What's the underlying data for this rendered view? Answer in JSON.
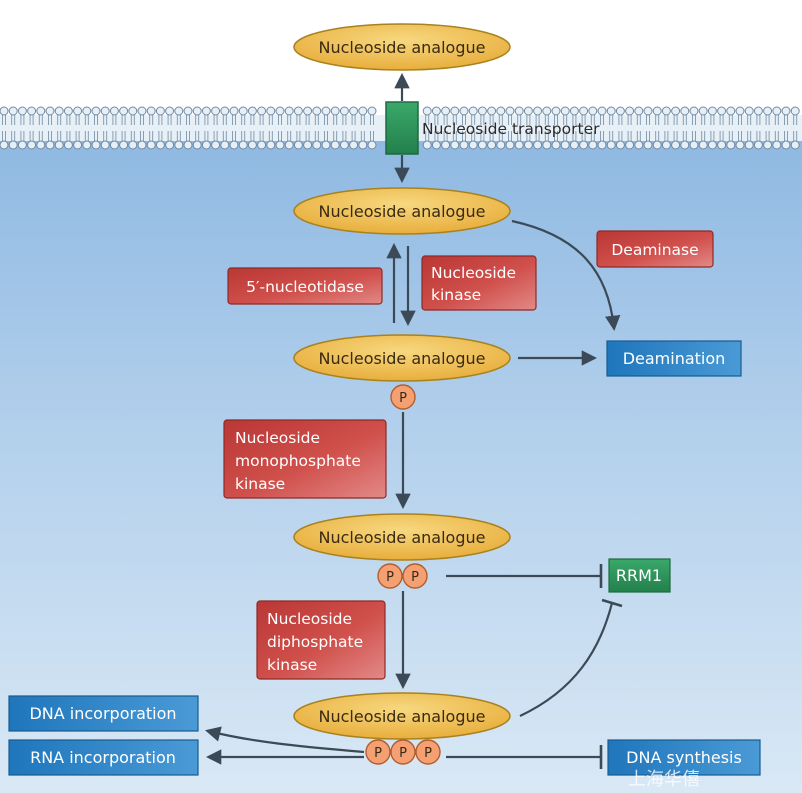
{
  "labels": {
    "nucleoside_analogue": "Nucleoside analogue",
    "transporter": "Nucleoside transporter",
    "deaminase": "Deaminase",
    "nucleotidase": "5′-nucleotidase",
    "nucleoside_kinase": [
      "Nucleoside",
      "kinase"
    ],
    "nmp_kinase": [
      "Nucleoside",
      "monophosphate",
      "kinase"
    ],
    "ndp_kinase": [
      "Nucleoside",
      "diphosphate",
      "kinase"
    ],
    "deamination": "Deamination",
    "rrm1": "RRM1",
    "dna_incorporation": "DNA incorporation",
    "rna_incorporation": "RNA incorporation",
    "dna_synthesis": "DNA synthesis",
    "phosphate": "P",
    "watermark": "上海华僖"
  },
  "colors": {
    "background_top": "#d6e6f4",
    "background_bottom": "#8db6df",
    "ellipse_fill": "#f1c35c",
    "ellipse_stroke": "#a8821f",
    "enzyme_fill": "#c8413e",
    "enzyme_stroke": "#8e2a27",
    "outcome_fill": "#2f87c7",
    "outcome_stroke": "#175c91",
    "rrm1_fill": "#2f9a5f",
    "transporter_fill": "#2f9a5f",
    "phosphate_fill": "#f4a073",
    "phosphate_stroke": "#b35e2e",
    "arrow": "#3c4a57"
  }
}
